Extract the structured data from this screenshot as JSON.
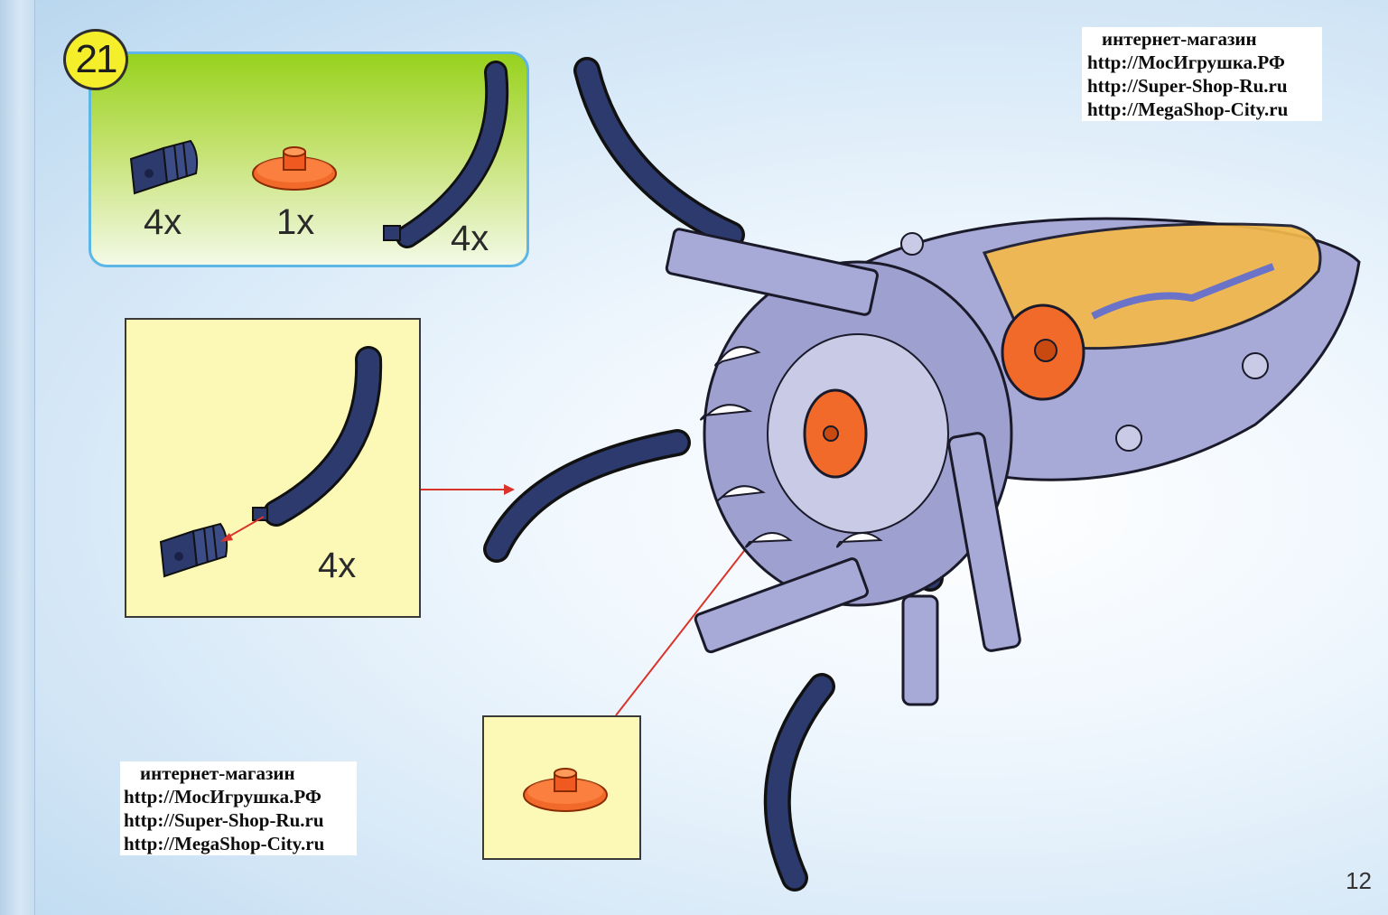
{
  "step": {
    "number": "21"
  },
  "parts_list": {
    "items": [
      {
        "name": "connector-pin-icon",
        "qty": "4x"
      },
      {
        "name": "orange-round-plate-icon",
        "qty": "1x"
      },
      {
        "name": "curved-tentacle-icon",
        "qty": "4x"
      }
    ]
  },
  "subassembly": {
    "qty": "4x"
  },
  "shop_top": {
    "head": "интернет-магазин",
    "lines": [
      "http://МосИгрушка.РФ",
      "http://Super-Shop-Ru.ru",
      "http://MegaShop-City.ru"
    ]
  },
  "shop_bottom": {
    "head": "интернет-магазин",
    "lines": [
      "http://МосИгрушка.РФ",
      "http://Super-Shop-Ru.ru",
      "http://MegaShop-City.ru"
    ]
  },
  "page": {
    "number": "12"
  },
  "colors": {
    "part_navy": "#2c3a6e",
    "plate_orange": "#f26a2a",
    "model_lavender": "#a7a9d6",
    "canopy_amber": "#f2b94a",
    "arrow_red": "#d9342b",
    "panel_border": "#5cb6e6",
    "badge_yellow": "#f5ee2b"
  }
}
